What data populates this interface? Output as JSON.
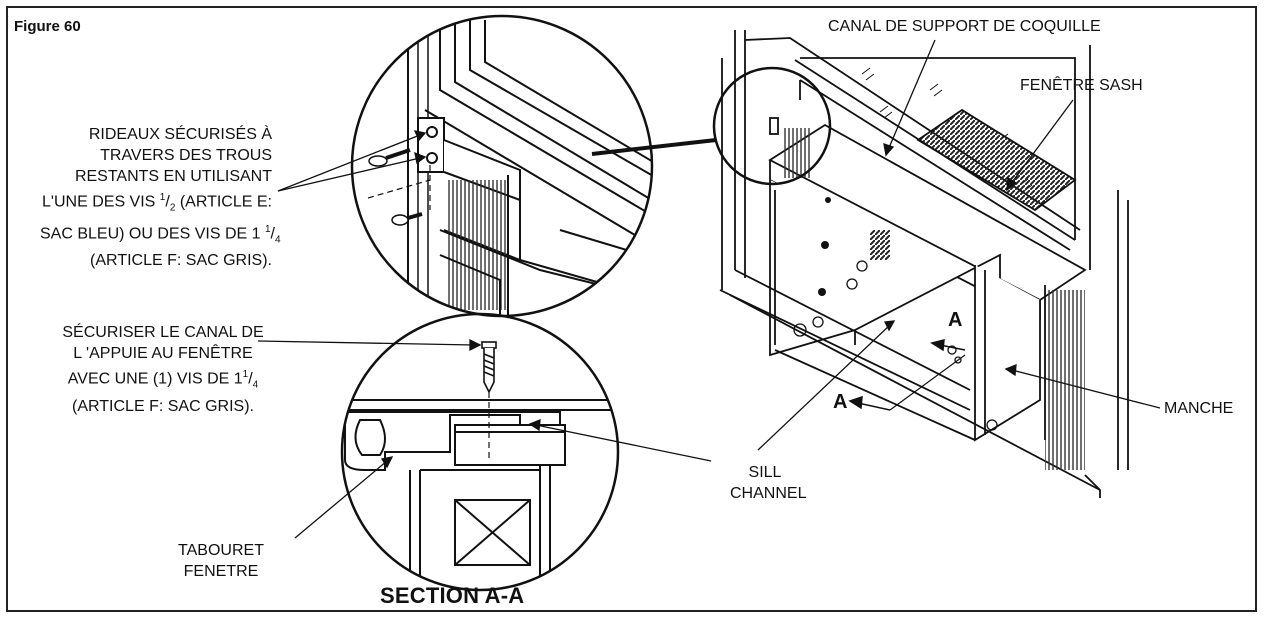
{
  "figure_label": "Figure 60",
  "labels": {
    "canal_support": "CANAL DE SUPPORT DE COQUILLE",
    "fenetre_sash": "FENÊTRE SASH",
    "rideaux": [
      "RIDEAUX SÉCURISÉS À",
      "TRAVERS DES TROUS",
      "RESTANTS EN UTILISANT",
      "L'UNE DES VIS ",
      " (ARTICLE E:",
      "SAC BLEU) OU DES VIS DE 1 ",
      "(ARTICLE F: SAC GRIS)."
    ],
    "frac1": {
      "num": "1",
      "den": "2"
    },
    "frac2": {
      "num": "1",
      "den": "4"
    },
    "securiser": [
      "SÉCURISER LE CANAL DE",
      "L 'APPUIE AU FENÊTRE",
      "AVEC UNE (1) VIS DE 1",
      "(ARTICLE F: SAC GRIS)."
    ],
    "frac3": {
      "num": "1",
      "den": "4"
    },
    "sill": [
      "SILL",
      "CHANNEL"
    ],
    "tabouret": [
      "TABOURET",
      "FENETRE"
    ],
    "manche": "MANCHE",
    "section": "SECTION A-A",
    "a_marker": "A"
  }
}
